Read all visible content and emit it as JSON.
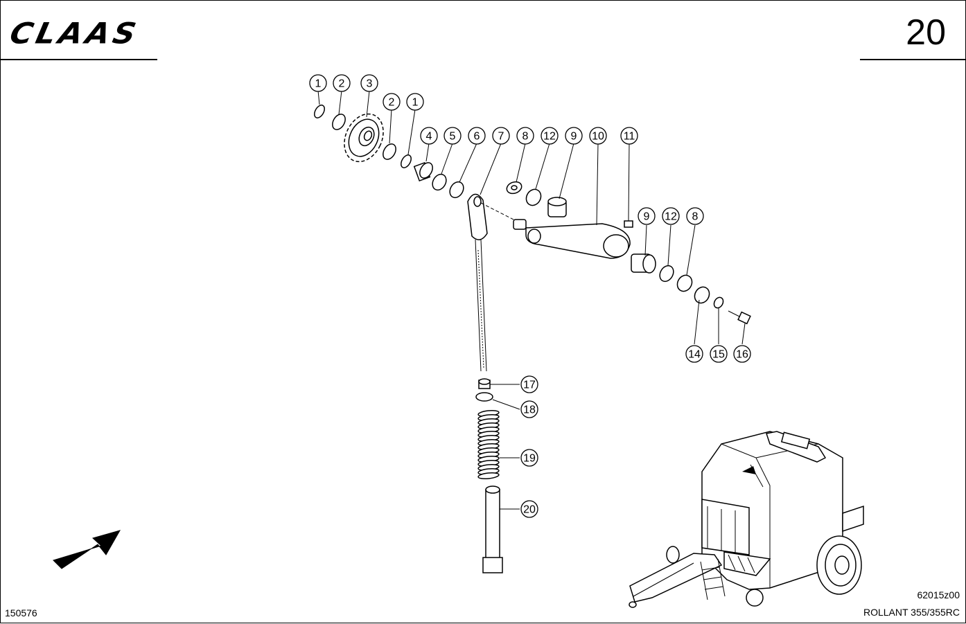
{
  "header": {
    "brand": "CLAAS",
    "page_number": "20"
  },
  "footer": {
    "doc_number": "150576",
    "figure_code": "62015z00",
    "model": "ROLLANT 355/355RC"
  },
  "callouts": [
    "1",
    "2",
    "3",
    "2",
    "1",
    "4",
    "5",
    "6",
    "7",
    "8",
    "12",
    "9",
    "10",
    "11",
    "9",
    "12",
    "8",
    "14",
    "15",
    "16",
    "17",
    "18",
    "19",
    "20"
  ]
}
